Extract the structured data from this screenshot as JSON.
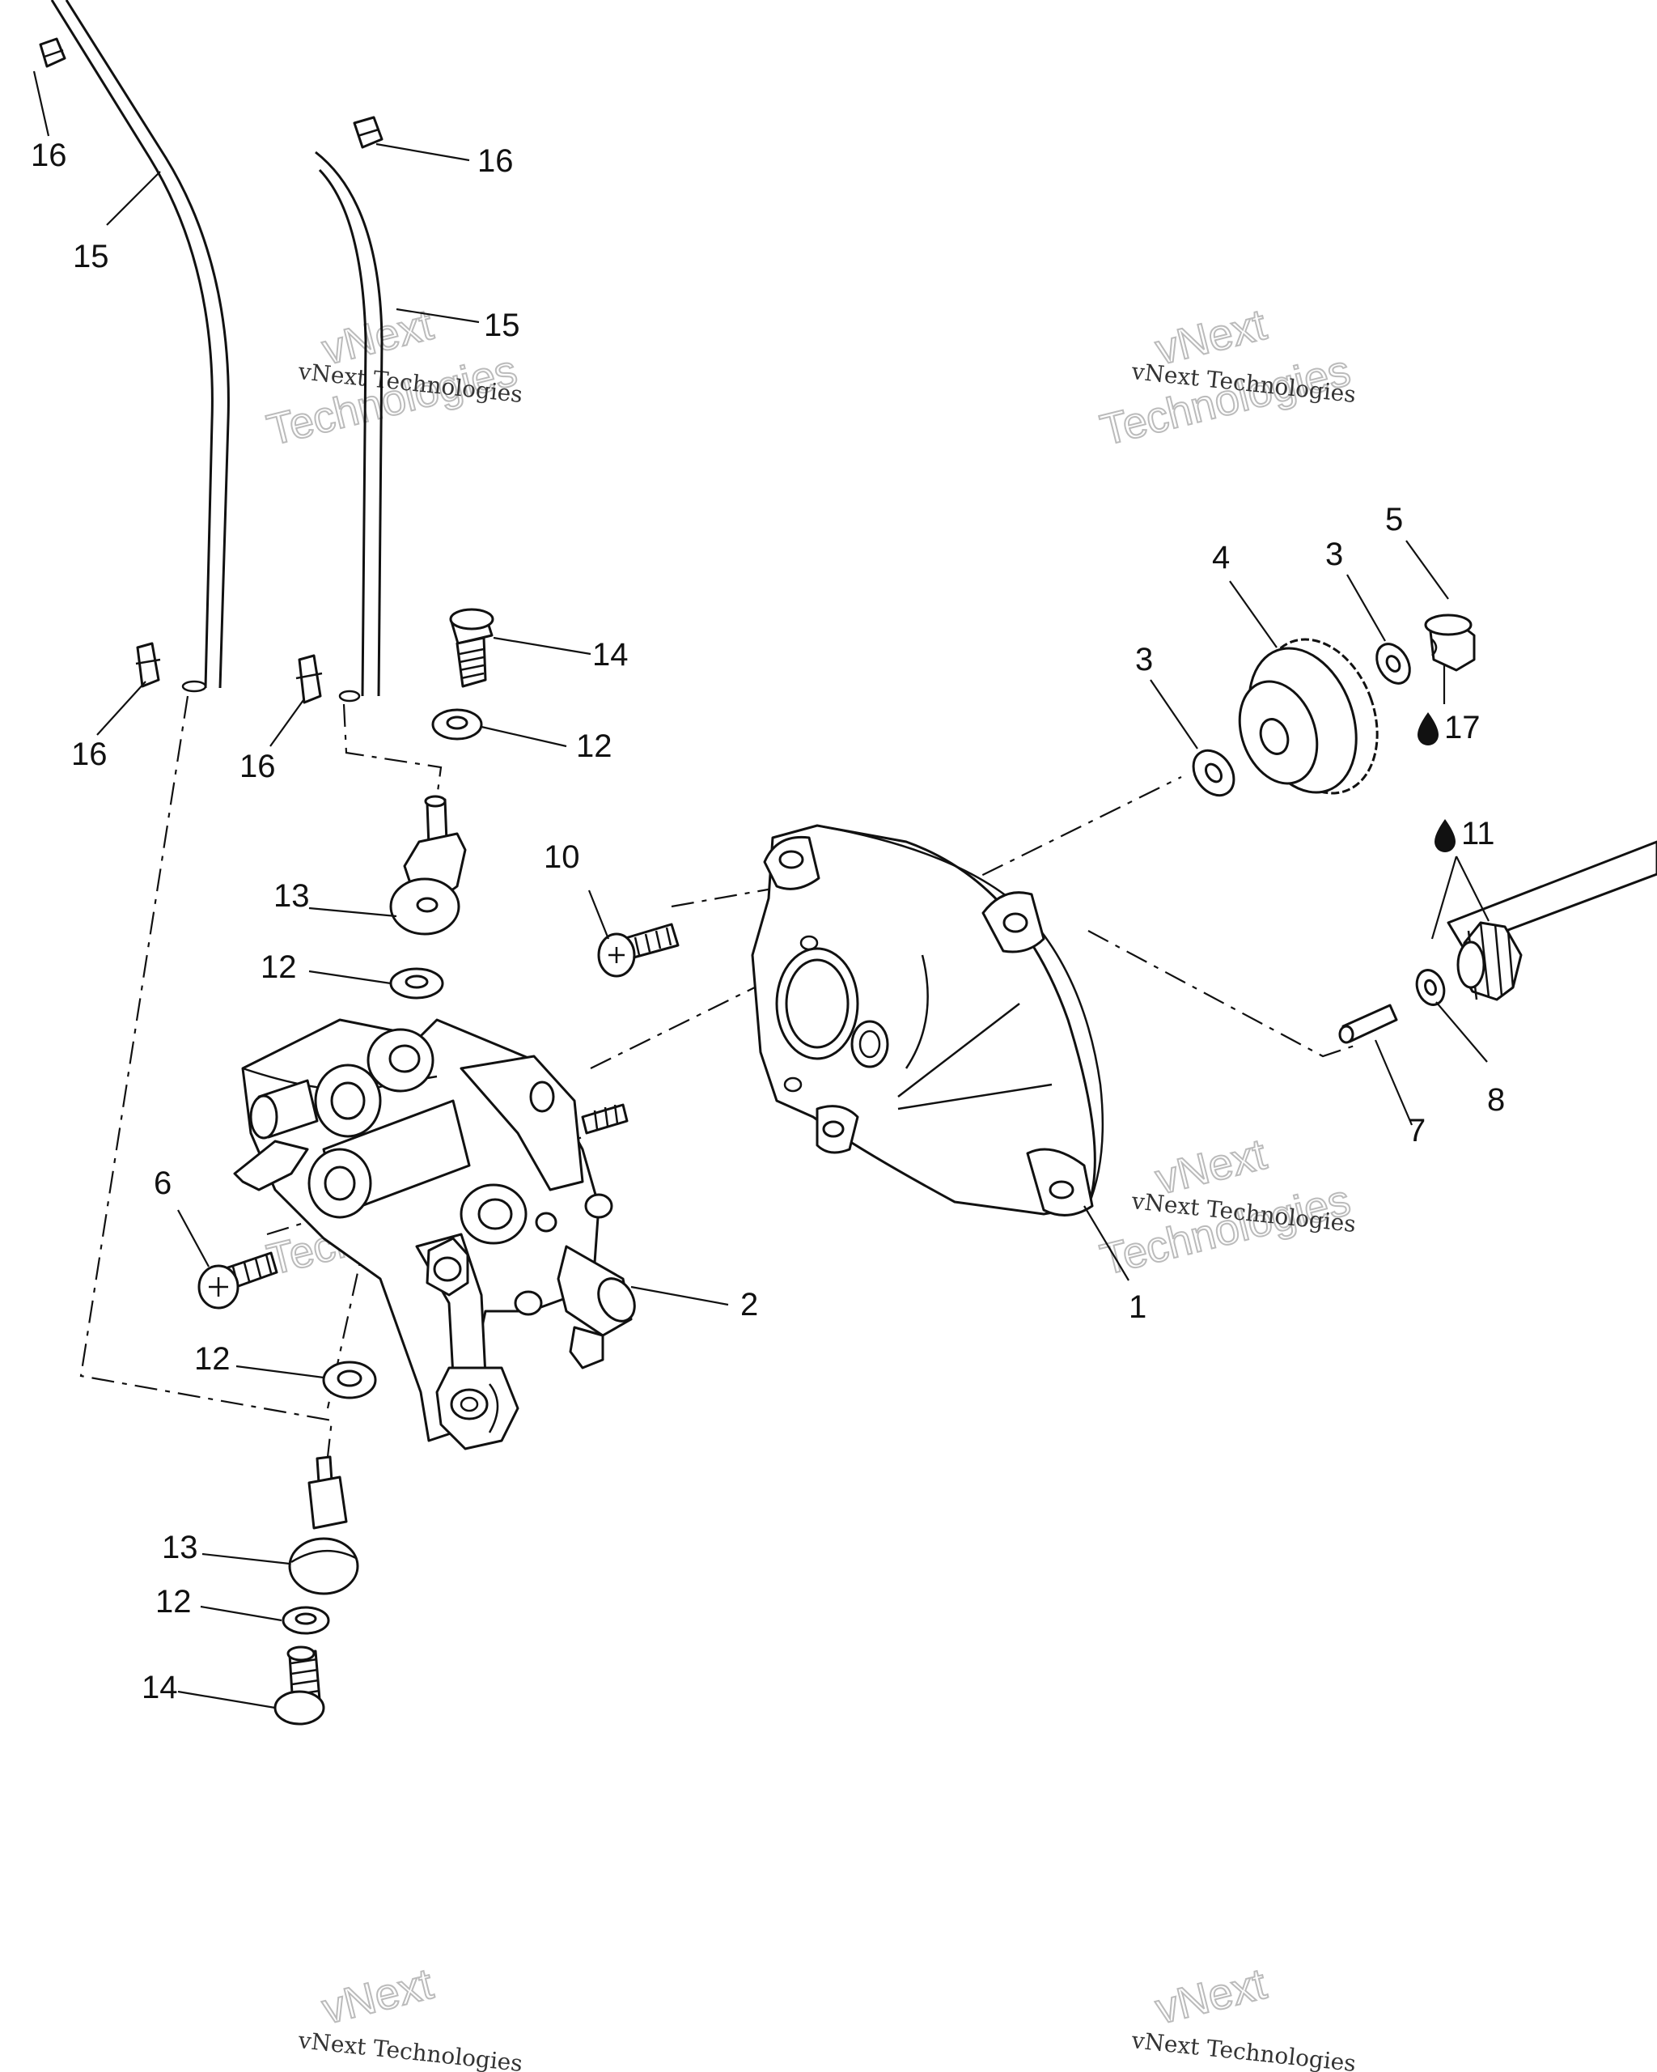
{
  "callouts": [
    {
      "id": "c16a",
      "text": "16"
    },
    {
      "id": "c16b",
      "text": "16"
    },
    {
      "id": "c15a",
      "text": "15"
    },
    {
      "id": "c15b",
      "text": "15"
    },
    {
      "id": "c16c",
      "text": "16"
    },
    {
      "id": "c16d",
      "text": "16"
    },
    {
      "id": "c14a",
      "text": "14"
    },
    {
      "id": "c12a",
      "text": "12"
    },
    {
      "id": "c13a",
      "text": "13"
    },
    {
      "id": "c12b",
      "text": "12"
    },
    {
      "id": "c10",
      "text": "10"
    },
    {
      "id": "c6",
      "text": "6"
    },
    {
      "id": "c12c",
      "text": "12"
    },
    {
      "id": "c13b",
      "text": "13"
    },
    {
      "id": "c12d",
      "text": "12"
    },
    {
      "id": "c14b",
      "text": "14"
    },
    {
      "id": "c2",
      "text": "2"
    },
    {
      "id": "c1",
      "text": "1"
    },
    {
      "id": "c3a",
      "text": "3"
    },
    {
      "id": "c4",
      "text": "4"
    },
    {
      "id": "c3b",
      "text": "3"
    },
    {
      "id": "c5",
      "text": "5"
    },
    {
      "id": "c17",
      "text": "17"
    },
    {
      "id": "c11",
      "text": "11"
    },
    {
      "id": "c7",
      "text": "7"
    },
    {
      "id": "c8",
      "text": "8"
    }
  ],
  "watermark": {
    "line1": "vNext Technologies",
    "big1": "vNext",
    "big2": "Technologies"
  },
  "icons": {
    "oil_drop": "oil-drop-icon"
  }
}
